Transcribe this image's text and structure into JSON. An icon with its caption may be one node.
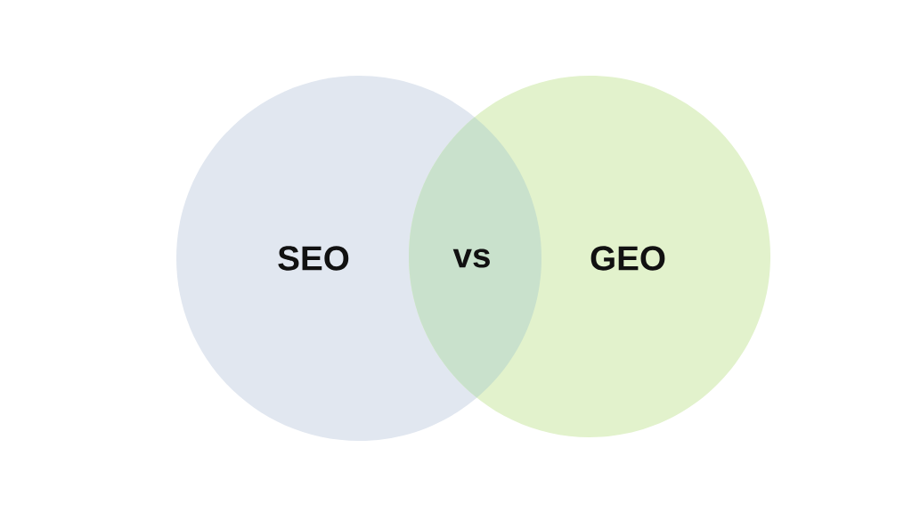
{
  "diagram": {
    "nodes": [
      {
        "text": [
          "SEO"
        ]
      },
      {
        "text": [
          "GEO"
        ]
      }
    ],
    "labels": [
      "vs"
    ]
  }
}
